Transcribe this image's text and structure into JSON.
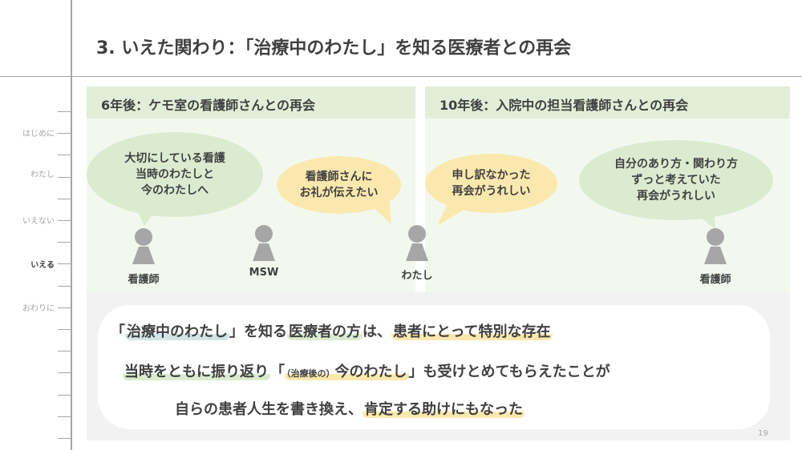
{
  "title": "3. いえた関わり：「治療中のわたし」を知る医療者との再会",
  "nav": {
    "items": [
      "はじめに",
      "わたし",
      "いえない",
      "いえる",
      "おわりに"
    ],
    "active": "いえる"
  },
  "left_panel": {
    "header": "6年後：ケモ室の看護師さんとの再会",
    "bubble1": [
      "大切にしている看護",
      "当時のわたしと",
      "今のわたしへ"
    ],
    "bubble2": [
      "看護師さんに",
      "お礼が伝えたい"
    ],
    "people": [
      "看護師",
      "MSW"
    ]
  },
  "center_person": "わたし",
  "right_panel": {
    "header": "10年後：入院中の担当看護師さんとの再会",
    "bubble1": [
      "申し訳なかった",
      "再会がうれしい"
    ],
    "bubble2": [
      "自分のあり方・関わり方",
      "ずっと考えていた",
      "再会がうれしい"
    ],
    "person": "看護師"
  },
  "summary": {
    "line1": {
      "a": "「",
      "b": "治療中のわたし",
      "c": "」を知る",
      "d": "医療者の方",
      "e": "は、",
      "f": "患者にとって特別な存在"
    },
    "line2": {
      "a": "当時をともに振り返り",
      "b": "「",
      "c": "（治療後の）",
      "d": "今のわたし",
      "e": "」も受けとめてもらえたことが"
    },
    "line3": {
      "a": "自らの患者人生を書き換え、",
      "b": "肯定する助けにもなった"
    }
  },
  "page_number": "19",
  "colors": {
    "green": "#dcebd0",
    "yellow": "#fbe8ae",
    "blue": "#d2e4e6",
    "person": "#a6a6a6"
  }
}
